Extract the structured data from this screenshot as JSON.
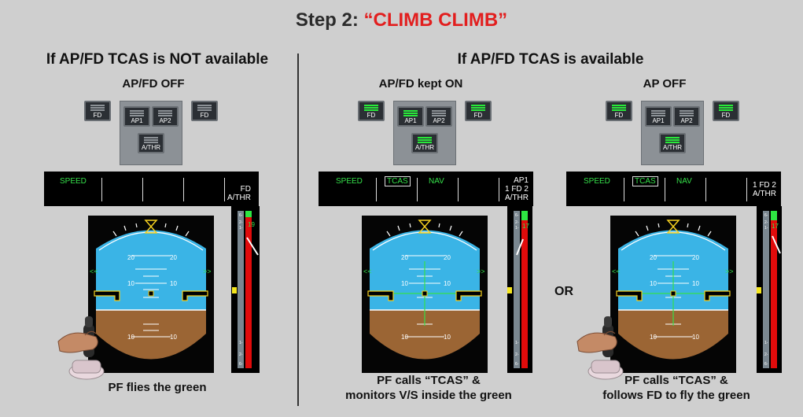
{
  "title": {
    "prefix": "Step 2: ",
    "callout": "“CLIMB CLIMB”"
  },
  "left": {
    "heading": "If AP/FD TCAS is NOT available",
    "sub": "AP/FD OFF",
    "fcu": {
      "fd1": "FD",
      "ap1": "AP1",
      "ap2": "AP2",
      "fd2": "FD",
      "athr": "A/THR"
    },
    "fma": {
      "speed": "SPEED",
      "right_line1": "FD",
      "right_line2": "A/THR"
    },
    "vsi_value": "19",
    "caption": "PF flies the green"
  },
  "right": {
    "heading": "If AP/FD TCAS is available",
    "col1": {
      "sub": "AP/FD kept ON",
      "fcu": {
        "fd1": "FD",
        "ap1": "AP1",
        "ap2": "AP2",
        "fd2": "FD",
        "athr": "A/THR"
      },
      "fma": {
        "speed": "SPEED",
        "tcas": "TCAS",
        "nav": "NAV",
        "right_line1": "AP1",
        "right_line2": "1 FD 2",
        "right_line3": "A/THR"
      },
      "vsi_value": "17",
      "caption_line1": "PF calls “TCAS” &",
      "caption_line2": "monitors V/S inside the green"
    },
    "or": "OR",
    "col2": {
      "sub": "AP OFF",
      "fcu": {
        "fd1": "FD",
        "ap1": "AP1",
        "ap2": "AP2",
        "fd2": "FD",
        "athr": "A/THR"
      },
      "fma": {
        "speed": "SPEED",
        "tcas": "TCAS",
        "nav": "NAV",
        "right_line1": "1 FD 2",
        "right_line2": "A/THR"
      },
      "vsi_value": "17",
      "caption_line1": "PF calls “TCAS” &",
      "caption_line2": "follows FD to fly the green"
    }
  },
  "pfd": {
    "pitch_20": "20",
    "pitch_10": "10",
    "pitch_m10": "10"
  },
  "colors": {
    "sky": "#3ab4e6",
    "ground": "#9b6534",
    "fma_green": "#35e04a",
    "warning_red": "#e10b0b",
    "title_red": "#e21e1e"
  }
}
